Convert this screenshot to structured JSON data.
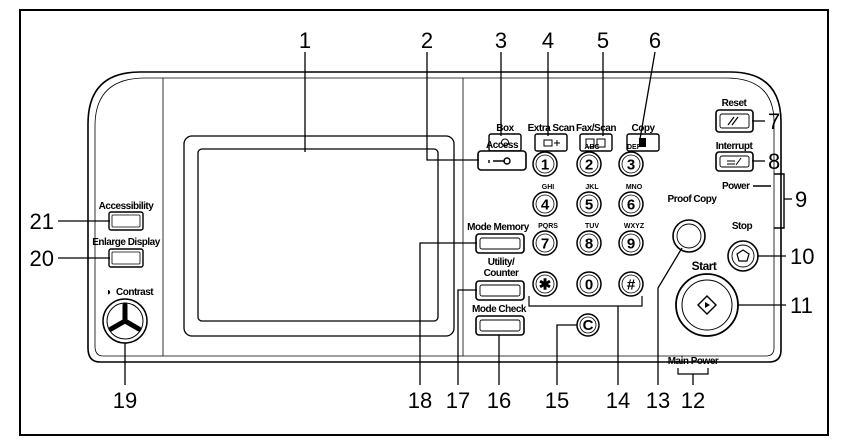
{
  "callouts": [
    "1",
    "2",
    "3",
    "4",
    "5",
    "6",
    "7",
    "8",
    "9",
    "10",
    "11",
    "12",
    "13",
    "14",
    "15",
    "16",
    "17",
    "18",
    "19",
    "20",
    "21"
  ],
  "left_panel": {
    "accessibility": "Accessibility",
    "enlarge_display": "Enlarge Display",
    "contrast_symbol": "◑",
    "contrast": "Contrast"
  },
  "function_keys": {
    "box": "Box",
    "extra_scan": "Extra Scan",
    "fax_scan": "Fax/Scan",
    "copy": "Copy"
  },
  "right_keys": {
    "reset": "Reset",
    "interrupt": "Interrupt",
    "power": "Power",
    "proof_copy": "Proof Copy",
    "stop": "Stop",
    "start": "Start",
    "main_power": "Main Power"
  },
  "mid_keys": {
    "access": "Access",
    "mode_memory": "Mode Memory",
    "utility_line1": "Utility/",
    "utility_line2": "Counter",
    "mode_check": "Mode Check"
  },
  "keypad": [
    {
      "digit": "1",
      "letters": ""
    },
    {
      "digit": "2",
      "letters": "ABC"
    },
    {
      "digit": "3",
      "letters": "DEF"
    },
    {
      "digit": "4",
      "letters": "GHI"
    },
    {
      "digit": "5",
      "letters": "JKL"
    },
    {
      "digit": "6",
      "letters": "MNO"
    },
    {
      "digit": "7",
      "letters": "PQRS"
    },
    {
      "digit": "8",
      "letters": "TUV"
    },
    {
      "digit": "9",
      "letters": "WXYZ"
    },
    {
      "digit": "✱",
      "letters": ""
    },
    {
      "digit": "0",
      "letters": ""
    },
    {
      "digit": "#",
      "letters": ""
    }
  ],
  "clear_key": "C"
}
